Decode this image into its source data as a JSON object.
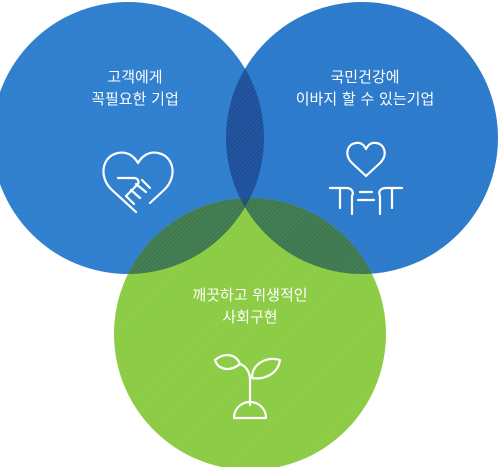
{
  "diagram": {
    "type": "venn",
    "colors": {
      "blue": "#2f7fcf",
      "blue_deep": "#1a5fb0",
      "overlap_blue": "#1d4f9a",
      "green": "#8ccc45",
      "green_blue": "#3f7a4f",
      "center": "#1e4f6e",
      "icon_stroke": "#ffffff"
    },
    "circles": [
      {
        "id": "customer",
        "lines": [
          "고객에게",
          "꼭필요한 기업"
        ],
        "icon": "handshake-heart-icon"
      },
      {
        "id": "health",
        "lines": [
          "국민건강에",
          "이바지 할 수 있는기업"
        ],
        "icon": "hands-holding-heart-icon"
      },
      {
        "id": "society",
        "lines": [
          "깨끗하고 위생적인",
          "사회구현"
        ],
        "icon": "sprout-icon"
      }
    ]
  }
}
